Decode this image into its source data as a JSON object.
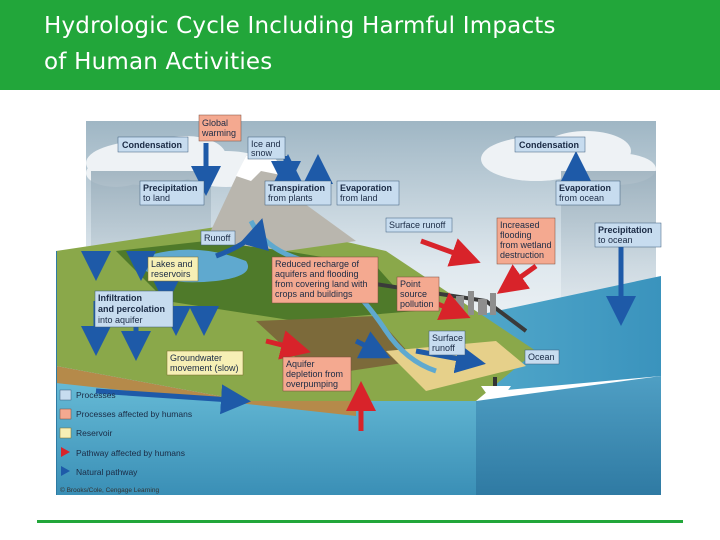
{
  "slide": {
    "title_line1": "Hydrologic Cycle Including Harmful Impacts",
    "title_line2": "of Human Activities",
    "accent_color": "#22a63a"
  },
  "diagram": {
    "labels": {
      "global_warming": [
        "Global",
        "warming"
      ],
      "ice_and_snow": [
        "Ice and",
        "snow"
      ],
      "condensation_left": "Condensation",
      "condensation_right": "Condensation",
      "precipitation_land": [
        "Precipitation",
        "to land"
      ],
      "transpiration": [
        "Transpiration",
        "from plants"
      ],
      "evaporation_land": [
        "Evaporation",
        "from land"
      ],
      "evaporation_ocean": [
        "Evaporation",
        "from ocean"
      ],
      "precipitation_ocean": [
        "Precipitation",
        "to ocean"
      ],
      "surface_runoff_top": "Surface runoff",
      "increased_flooding": [
        "Increased",
        "flooding",
        "from wetland",
        "destruction"
      ],
      "runoff": "Runoff",
      "lakes_reservoirs": [
        "Lakes and",
        "reservoirs"
      ],
      "reduced_recharge": [
        "Reduced recharge of",
        "aquifers and flooding",
        "from covering land with",
        "crops and buildings"
      ],
      "point_source": [
        "Point",
        "source",
        "pollution"
      ],
      "infiltration": [
        "Infiltration",
        "and percolation",
        "into aquifer"
      ],
      "surface_runoff_bottom": [
        "Surface",
        "runoff"
      ],
      "ocean": "Ocean",
      "groundwater": [
        "Groundwater",
        "movement (slow)"
      ],
      "aquifer_depletion": [
        "Aquifer",
        "depletion from",
        "overpumping"
      ]
    },
    "legend": [
      {
        "label": "Processes",
        "color": "#c7dcef"
      },
      {
        "label": "Processes affected by humans",
        "color": "#f4a990"
      },
      {
        "label": "Reservoir",
        "color": "#f6efb5"
      },
      {
        "label": "Pathway affected by humans",
        "color": "#d8232a"
      },
      {
        "label": "Natural pathway",
        "color": "#1e5aa8"
      }
    ],
    "credit": "© Brooks/Cole, Cengage Learning",
    "colors": {
      "process_box": "#c7dcef",
      "human_box": "#f4a990",
      "reservoir_box": "#f6efb5",
      "human_arrow": "#d8232a",
      "natural_arrow": "#1e5aa8",
      "sea_face": "#4aa7c7",
      "land_green": "#6f9a3a"
    }
  }
}
